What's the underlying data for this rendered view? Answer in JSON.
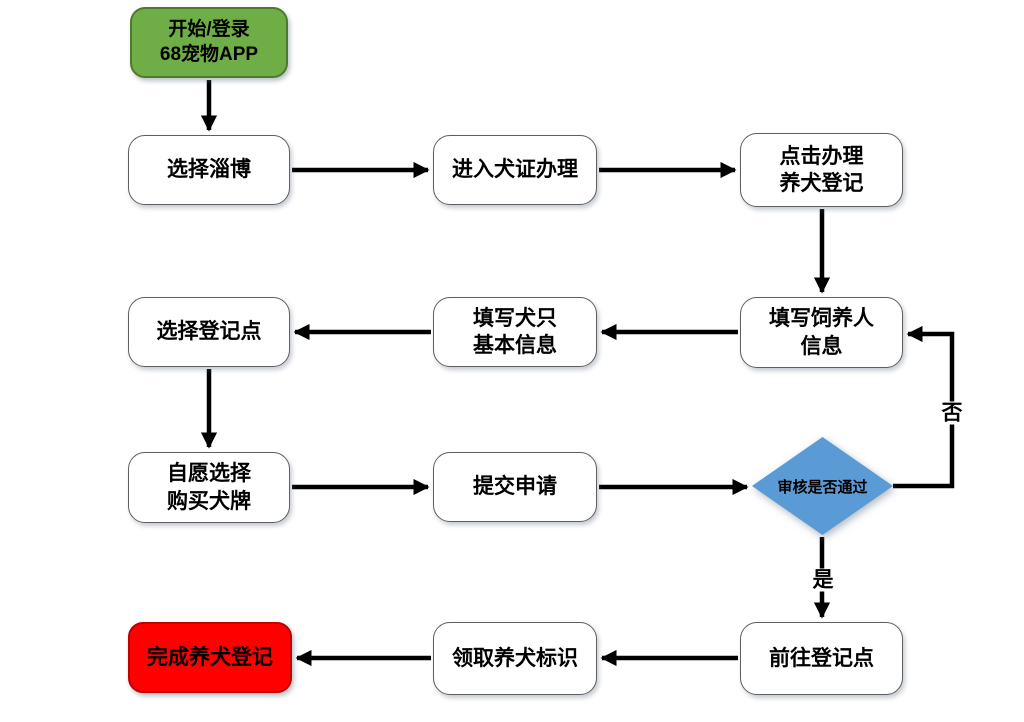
{
  "diagram": {
    "nodes": [
      {
        "id": "start",
        "type": "start",
        "label": "开始/登录\n68宠物APP"
      },
      {
        "id": "select-zibo",
        "type": "process",
        "label": "选择淄博"
      },
      {
        "id": "enter-license",
        "type": "process",
        "label": "进入犬证办理"
      },
      {
        "id": "click-reg",
        "type": "process",
        "label": "点击办理\n养犬登记"
      },
      {
        "id": "fill-owner",
        "type": "process",
        "label": "填写饲养人\n信息"
      },
      {
        "id": "fill-dog",
        "type": "process",
        "label": "填写犬只\n基本信息"
      },
      {
        "id": "select-point",
        "type": "process",
        "label": "选择登记点"
      },
      {
        "id": "buy-tag",
        "type": "process",
        "label": "自愿选择\n购买犬牌"
      },
      {
        "id": "submit",
        "type": "process",
        "label": "提交申请"
      },
      {
        "id": "decision",
        "type": "decision",
        "label": "审核是否通过"
      },
      {
        "id": "goto-point",
        "type": "process",
        "label": "前往登记点"
      },
      {
        "id": "receive-id",
        "type": "process",
        "label": "领取养犬标识"
      },
      {
        "id": "complete",
        "type": "end",
        "label": "完成养犬登记"
      }
    ],
    "edge_labels": {
      "no": "否",
      "yes": "是"
    },
    "colors": {
      "start_fill": "#6FAD47",
      "start_border": "#4F7A2E",
      "decision_fill": "#5B9BD5",
      "end_fill": "#FF0000",
      "end_border": "#C00000",
      "process_fill": "#FFFFFF",
      "process_border": "#5F5F5F",
      "arrow": "#000000",
      "text": "#000000"
    }
  }
}
